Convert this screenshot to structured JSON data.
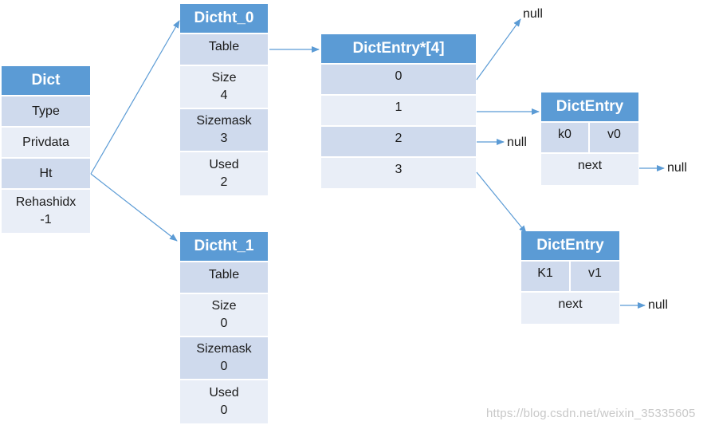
{
  "dict": {
    "title": "Dict",
    "fields": [
      {
        "label": "Type"
      },
      {
        "label": "Privdata"
      },
      {
        "label": "Ht"
      },
      {
        "label": "Rehashidx",
        "value": "-1"
      }
    ]
  },
  "dictht0": {
    "title": "Dictht_0",
    "fields": [
      {
        "label": "Table"
      },
      {
        "label": "Size",
        "value": "4"
      },
      {
        "label": "Sizemask",
        "value": "3"
      },
      {
        "label": "Used",
        "value": "2"
      }
    ]
  },
  "dictht1": {
    "title": "Dictht_1",
    "fields": [
      {
        "label": "Table"
      },
      {
        "label": "Size",
        "value": "0"
      },
      {
        "label": "Sizemask",
        "value": "0"
      },
      {
        "label": "Used",
        "value": "0"
      }
    ]
  },
  "entry_array": {
    "title": "DictEntry*[4]",
    "slots": [
      "0",
      "1",
      "2",
      "3"
    ]
  },
  "entry_a": {
    "title": "DictEntry",
    "key": "k0",
    "val": "v0",
    "next": "next"
  },
  "entry_b": {
    "title": "DictEntry",
    "key": "K1",
    "val": "v1",
    "next": "next"
  },
  "null_label": "null",
  "watermark": "https://blog.csdn.net/weixin_35335605",
  "colors": {
    "header": "#5b9bd5",
    "cell_dark": "#cfdaed",
    "cell_light": "#e9eef7",
    "arrow": "#5b9bd5"
  }
}
